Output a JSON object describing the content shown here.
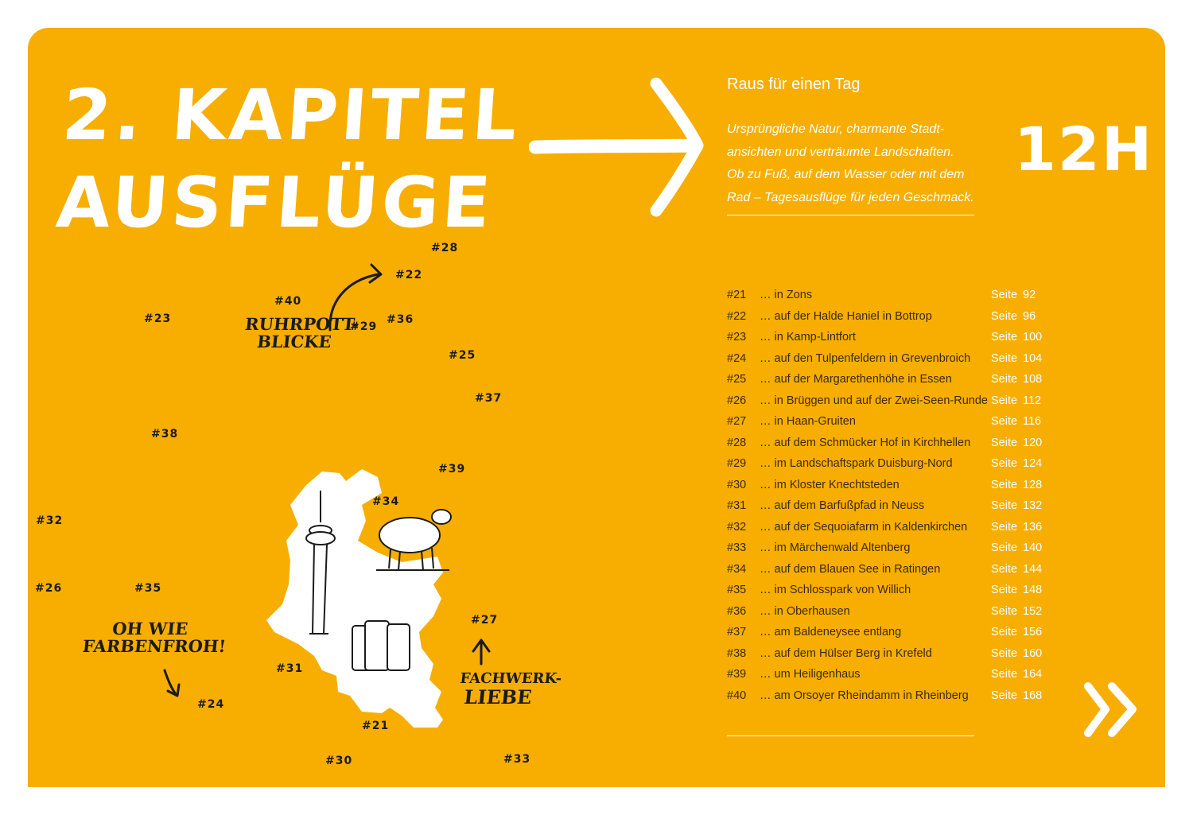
{
  "header": {
    "title_line1": "2. KAPITEL",
    "title_line2": "AUSFLÜGE",
    "subtitle": "Raus für einen Tag",
    "intro_lines": [
      "Ursprüngliche Natur, charmante Stadt-",
      "ansichten und verträumte Landschaften.",
      "Ob zu Fuß, auf dem Wasser oder mit dem",
      "Rad – Tagesausflüge für jeden Geschmack."
    ],
    "duration": "12H"
  },
  "toc": [
    {
      "num": "#21",
      "title": "… in Zons",
      "seite": "Seite",
      "page": "92"
    },
    {
      "num": "#22",
      "title": "… auf der Halde Haniel in Bottrop",
      "seite": "Seite",
      "page": "96"
    },
    {
      "num": "#23",
      "title": "… in Kamp-Lintfort",
      "seite": "Seite",
      "page": "100"
    },
    {
      "num": "#24",
      "title": "… auf den Tulpenfeldern in Grevenbroich",
      "seite": "Seite",
      "page": "104"
    },
    {
      "num": "#25",
      "title": "… auf der Margarethenhöhe in Essen",
      "seite": "Seite",
      "page": "108"
    },
    {
      "num": "#26",
      "title": "… in Brüggen und auf der Zwei-Seen-Runde",
      "seite": "Seite",
      "page": "112"
    },
    {
      "num": "#27",
      "title": "… in Haan-Gruiten",
      "seite": "Seite",
      "page": "116"
    },
    {
      "num": "#28",
      "title": "… auf dem Schmücker Hof in Kirchhellen",
      "seite": "Seite",
      "page": "120"
    },
    {
      "num": "#29",
      "title": "… im Landschaftspark Duisburg-Nord",
      "seite": "Seite",
      "page": "124"
    },
    {
      "num": "#30",
      "title": "… im Kloster Knechtsteden",
      "seite": "Seite",
      "page": "128"
    },
    {
      "num": "#31",
      "title": "… auf dem Barfußpfad in Neuss",
      "seite": "Seite",
      "page": "132"
    },
    {
      "num": "#32",
      "title": "… auf der Sequoiafarm in Kaldenkirchen",
      "seite": "Seite",
      "page": "136"
    },
    {
      "num": "#33",
      "title": "… im Märchenwald Altenberg",
      "seite": "Seite",
      "page": "140"
    },
    {
      "num": "#34",
      "title": "… auf dem Blauen See in Ratingen",
      "seite": "Seite",
      "page": "144"
    },
    {
      "num": "#35",
      "title": "… im Schlosspark von Willich",
      "seite": "Seite",
      "page": "148"
    },
    {
      "num": "#36",
      "title": "… in Oberhausen",
      "seite": "Seite",
      "page": "152"
    },
    {
      "num": "#37",
      "title": "… am Baldeneysee entlang",
      "seite": "Seite",
      "page": "156"
    },
    {
      "num": "#38",
      "title": "… auf dem Hülser Berg in Krefeld",
      "seite": "Seite",
      "page": "160"
    },
    {
      "num": "#39",
      "title": "… um Heiligenhaus",
      "seite": "Seite",
      "page": "164"
    },
    {
      "num": "#40",
      "title": "… am Orsoyer Rheindamm in Rheinberg",
      "seite": "Seite",
      "page": "168"
    }
  ],
  "map": {
    "markers": [
      "#21",
      "#22",
      "#23",
      "#24",
      "#25",
      "#26",
      "#27",
      "#28",
      "#29",
      "#30",
      "#31",
      "#32",
      "#33",
      "#34",
      "#35",
      "#36",
      "#37",
      "#38",
      "#39",
      "#40"
    ],
    "notes": {
      "ruhrpott_1": "RUHRPOTT-",
      "ruhrpott_2": "BLICKE",
      "farben_1": "OH WIE",
      "farben_2": "FARBENFROH!",
      "fachwerk_1": "FACHWERK-",
      "fachwerk_2": "LIEBE"
    }
  },
  "colors": {
    "background": "#F7AE00",
    "text_white": "#FFFFFF",
    "text_dark": "#3D2A00",
    "ink": "#1B1B1B"
  },
  "icons": {
    "title_arrow": "arrow-right-icon",
    "next": "double-chevron-right-icon"
  }
}
